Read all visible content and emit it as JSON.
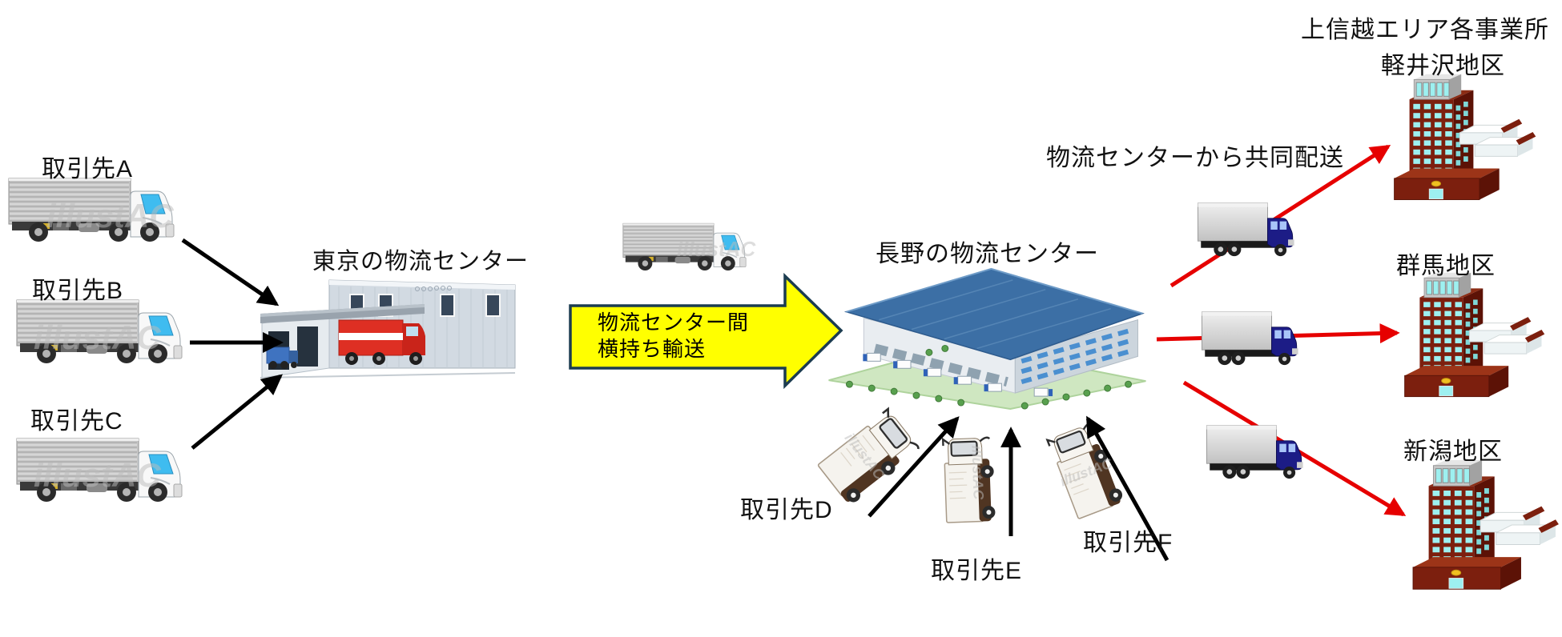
{
  "diagram": {
    "area_title": "上信越エリア各事業所",
    "joint_delivery": "物流センターから共同配送",
    "watermark": "illustAC",
    "suppliers_left": [
      {
        "label": "取引先A"
      },
      {
        "label": "取引先B"
      },
      {
        "label": "取引先C"
      }
    ],
    "suppliers_bottom": [
      {
        "label": "取引先D"
      },
      {
        "label": "取引先E"
      },
      {
        "label": "取引先F"
      }
    ],
    "centers": {
      "tokyo": "東京の物流センター",
      "nagano": "長野の物流センター"
    },
    "transfer_arrow": {
      "line1": "物流センター間",
      "line2": "横持ち輸送"
    },
    "districts": [
      {
        "label": "軽井沢地区"
      },
      {
        "label": "群馬地区"
      },
      {
        "label": "新潟地区"
      }
    ],
    "colors": {
      "black_arrow": "#000000",
      "red_arrow": "#E60000",
      "transfer_fill": "#FFFF00",
      "transfer_border": "#1C3C50",
      "building_maroon": "#7C1F0E",
      "window_cyan": "#9DF0F0",
      "nagano_roof": "#3C6FA5",
      "delivery_cab_navy": "#1C1C86",
      "grass_green": "#CFE7C1"
    }
  }
}
